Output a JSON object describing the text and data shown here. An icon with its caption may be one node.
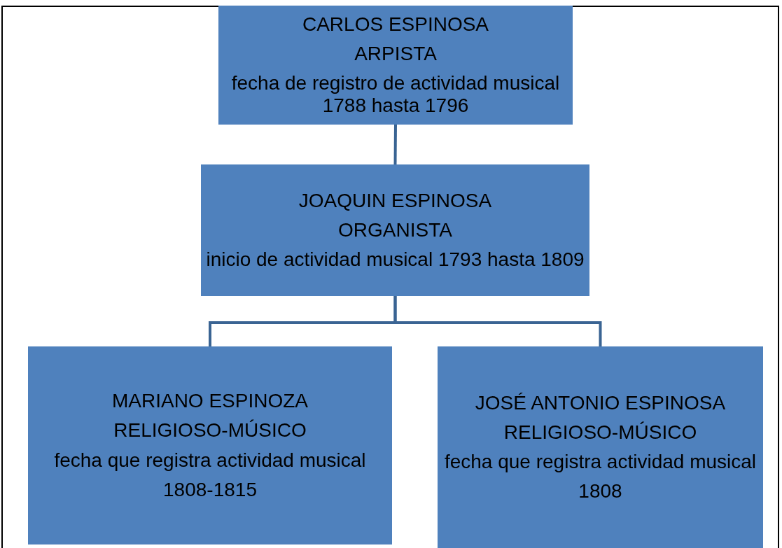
{
  "diagram": {
    "nodes": [
      {
        "text": [
          "CARLOS ESPINOSA",
          "ARPISTA",
          "fecha de registro de actividad musical 1788 hasta 1796"
        ]
      },
      {
        "text": [
          "JOAQUIN ESPINOSA",
          "ORGANISTA",
          "inicio de actividad musical 1793 hasta 1809"
        ]
      },
      {
        "text": [
          "MARIANO ESPINOZA",
          "RELIGIOSO-MÚSICO",
          "fecha que registra actividad musical",
          "1808-1815"
        ]
      },
      {
        "text": [
          "JOSÉ ANTONIO ESPINOSA",
          "RELIGIOSO-MÚSICO",
          "fecha que registra actividad musical",
          "1808"
        ]
      }
    ],
    "edges": [
      {
        "from": 0,
        "to": 1,
        "arrow": "none"
      },
      {
        "from": 1,
        "to": 2,
        "arrow": "none"
      },
      {
        "from": 1,
        "to": 3,
        "arrow": "none"
      }
    ]
  }
}
